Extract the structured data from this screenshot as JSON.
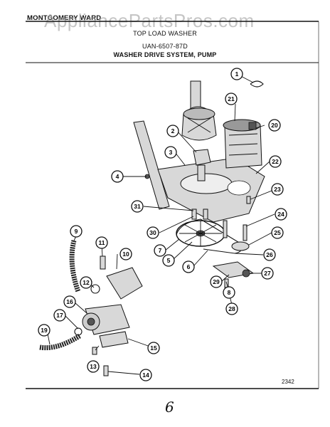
{
  "header": {
    "brand": "MONTGOMERY WARD",
    "watermark": "AppliancePartsPros.com",
    "line1": "TOP LOAD WASHER",
    "line2": "UAN-6507-87D",
    "line3": "WASHER DRIVE SYSTEM, PUMP"
  },
  "diagram_code": "2342",
  "handwritten_mark": "6",
  "callouts": [
    "1",
    "2",
    "3",
    "4",
    "5",
    "6",
    "7",
    "8",
    "9",
    "10",
    "11",
    "12",
    "13",
    "14",
    "15",
    "16",
    "17",
    "19",
    "20",
    "21",
    "22",
    "23",
    "24",
    "25",
    "26",
    "27",
    "28",
    "29",
    "30",
    "31"
  ]
}
